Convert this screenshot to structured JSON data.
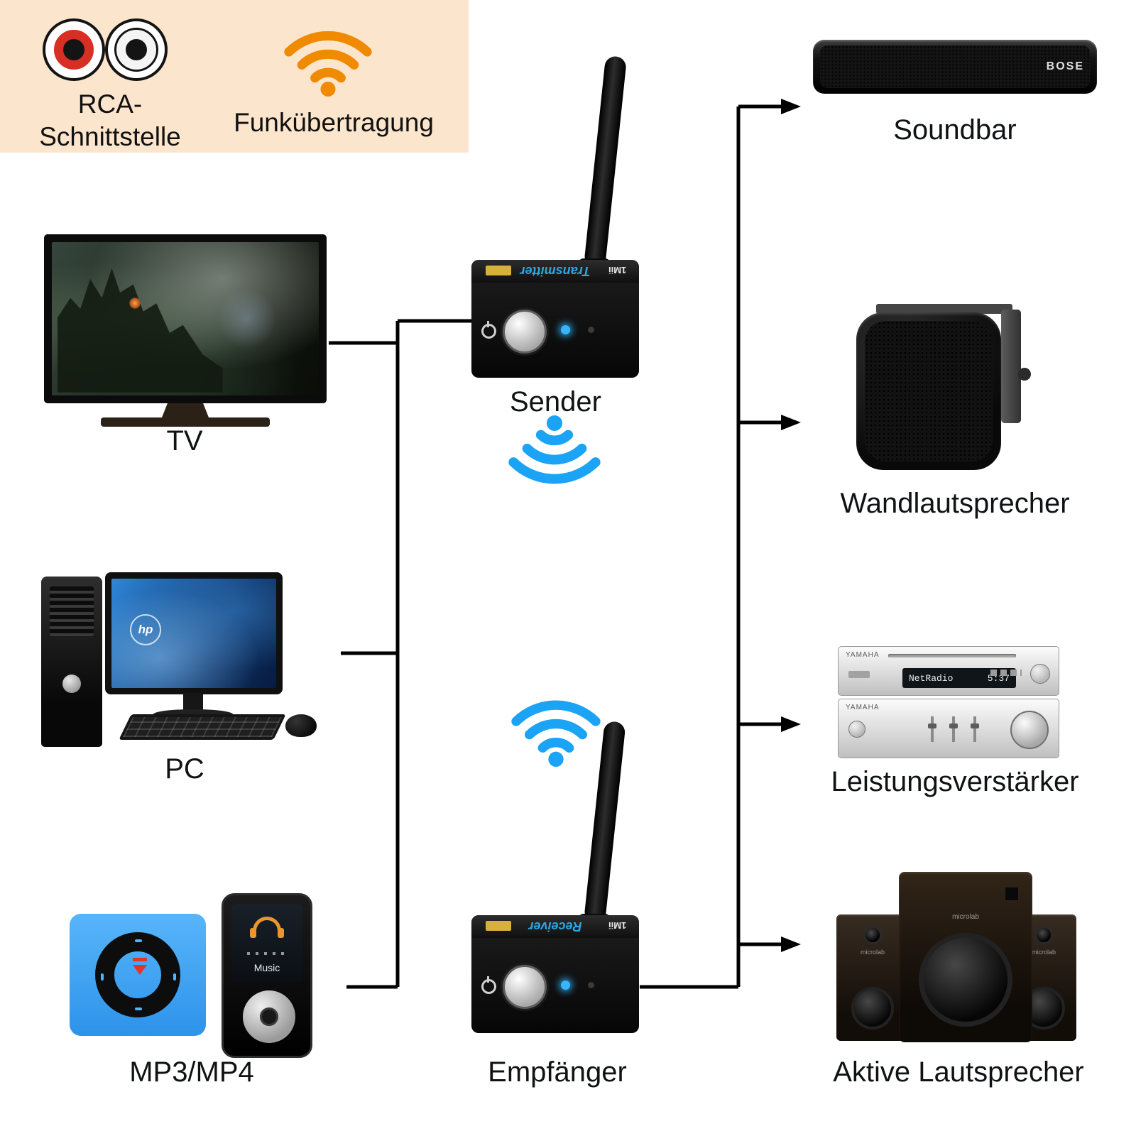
{
  "legend": {
    "rca_line1": "RCA-",
    "rca_line2": "Schnittstelle",
    "wireless_label": "Funkübertragung"
  },
  "devices": {
    "tv": {
      "label": "TV"
    },
    "pc": {
      "label": "PC",
      "brand": "hp"
    },
    "mp3": {
      "label": "MP3/MP4",
      "screen_title": "Music"
    },
    "sender": {
      "label": "Sender",
      "top_tag": "Transmitter",
      "brand": "1Mii"
    },
    "receiver": {
      "label": "Empfänger",
      "top_tag": "Receiver",
      "brand": "1Mii"
    },
    "soundbar": {
      "label": "Soundbar",
      "brand": "BOSE"
    },
    "wall_speaker": {
      "label": "Wandlautsprecher"
    },
    "amplifier": {
      "label": "Leistungsverstärker",
      "brand": "YAMAHA",
      "display_station": "NetRadio",
      "display_time": "5:37"
    },
    "active_speakers": {
      "label": "Aktive Lautsprecher",
      "brand": "microlab"
    }
  },
  "colors": {
    "legend_bg": "#FCE5CD",
    "wifi_orange": "#F08A00",
    "wifi_blue": "#1BA3F5",
    "mp3_player_blue": "#41A7F7",
    "connector_line": "#000000"
  }
}
